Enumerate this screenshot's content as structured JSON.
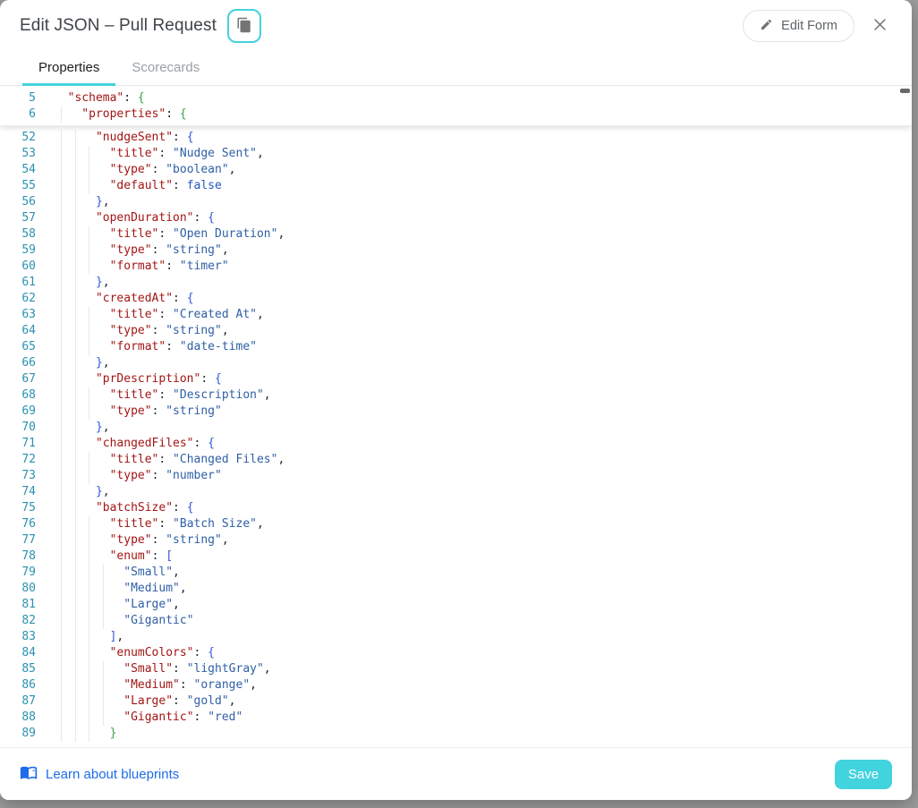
{
  "window": {
    "title": "Edit JSON – Pull Request"
  },
  "header": {
    "copy_button": {
      "icon": "copy-icon"
    },
    "edit_form_button": {
      "label": "Edit Form",
      "icon": "pencil-icon"
    },
    "close_button": {
      "icon": "close-icon"
    }
  },
  "tabs": [
    {
      "label": "Properties",
      "active": true
    },
    {
      "label": "Scorecards",
      "active": false
    }
  ],
  "colors": {
    "accent": "#41d3de",
    "backdrop": "#9c9c9c",
    "link": "#1f6ce8",
    "tabactive": "#202124",
    "tabinactive": "#9aa0a6",
    "linenumber": "#2b91af",
    "key": "#a31515",
    "string": "#2f5fa5",
    "bracket": "#3556d4",
    "bracketalt": "#37a34a",
    "literal": "#1f56c4",
    "punct": "#24292e"
  },
  "editor": {
    "sticky_lines": [
      {
        "n": 5,
        "i": 1,
        "t": [
          [
            "k",
            "\"schema\""
          ],
          [
            "p",
            ": "
          ],
          [
            "g",
            "{"
          ]
        ]
      },
      {
        "n": 6,
        "i": 2,
        "t": [
          [
            "k",
            "\"properties\""
          ],
          [
            "p",
            ": "
          ],
          [
            "g",
            "{"
          ]
        ]
      }
    ],
    "lines": [
      {
        "n": 52,
        "i": 3,
        "t": [
          [
            "k",
            "\"nudgeSent\""
          ],
          [
            "p",
            ": "
          ],
          [
            "b",
            "{"
          ]
        ]
      },
      {
        "n": 53,
        "i": 4,
        "t": [
          [
            "k",
            "\"title\""
          ],
          [
            "p",
            ": "
          ],
          [
            "s",
            "\"Nudge Sent\""
          ],
          [
            "p",
            ","
          ]
        ]
      },
      {
        "n": 54,
        "i": 4,
        "t": [
          [
            "k",
            "\"type\""
          ],
          [
            "p",
            ": "
          ],
          [
            "s",
            "\"boolean\""
          ],
          [
            "p",
            ","
          ]
        ]
      },
      {
        "n": 55,
        "i": 4,
        "t": [
          [
            "k",
            "\"default\""
          ],
          [
            "p",
            ": "
          ],
          [
            "l",
            "false"
          ]
        ]
      },
      {
        "n": 56,
        "i": 3,
        "t": [
          [
            "b",
            "}"
          ],
          [
            "p",
            ","
          ]
        ]
      },
      {
        "n": 57,
        "i": 3,
        "t": [
          [
            "k",
            "\"openDuration\""
          ],
          [
            "p",
            ": "
          ],
          [
            "b",
            "{"
          ]
        ]
      },
      {
        "n": 58,
        "i": 4,
        "t": [
          [
            "k",
            "\"title\""
          ],
          [
            "p",
            ": "
          ],
          [
            "s",
            "\"Open Duration\""
          ],
          [
            "p",
            ","
          ]
        ]
      },
      {
        "n": 59,
        "i": 4,
        "t": [
          [
            "k",
            "\"type\""
          ],
          [
            "p",
            ": "
          ],
          [
            "s",
            "\"string\""
          ],
          [
            "p",
            ","
          ]
        ]
      },
      {
        "n": 60,
        "i": 4,
        "t": [
          [
            "k",
            "\"format\""
          ],
          [
            "p",
            ": "
          ],
          [
            "s",
            "\"timer\""
          ]
        ]
      },
      {
        "n": 61,
        "i": 3,
        "t": [
          [
            "b",
            "}"
          ],
          [
            "p",
            ","
          ]
        ]
      },
      {
        "n": 62,
        "i": 3,
        "t": [
          [
            "k",
            "\"createdAt\""
          ],
          [
            "p",
            ": "
          ],
          [
            "b",
            "{"
          ]
        ]
      },
      {
        "n": 63,
        "i": 4,
        "t": [
          [
            "k",
            "\"title\""
          ],
          [
            "p",
            ": "
          ],
          [
            "s",
            "\"Created At\""
          ],
          [
            "p",
            ","
          ]
        ]
      },
      {
        "n": 64,
        "i": 4,
        "t": [
          [
            "k",
            "\"type\""
          ],
          [
            "p",
            ": "
          ],
          [
            "s",
            "\"string\""
          ],
          [
            "p",
            ","
          ]
        ]
      },
      {
        "n": 65,
        "i": 4,
        "t": [
          [
            "k",
            "\"format\""
          ],
          [
            "p",
            ": "
          ],
          [
            "s",
            "\"date-time\""
          ]
        ]
      },
      {
        "n": 66,
        "i": 3,
        "t": [
          [
            "b",
            "}"
          ],
          [
            "p",
            ","
          ]
        ]
      },
      {
        "n": 67,
        "i": 3,
        "t": [
          [
            "k",
            "\"prDescription\""
          ],
          [
            "p",
            ": "
          ],
          [
            "b",
            "{"
          ]
        ]
      },
      {
        "n": 68,
        "i": 4,
        "t": [
          [
            "k",
            "\"title\""
          ],
          [
            "p",
            ": "
          ],
          [
            "s",
            "\"Description\""
          ],
          [
            "p",
            ","
          ]
        ]
      },
      {
        "n": 69,
        "i": 4,
        "t": [
          [
            "k",
            "\"type\""
          ],
          [
            "p",
            ": "
          ],
          [
            "s",
            "\"string\""
          ]
        ]
      },
      {
        "n": 70,
        "i": 3,
        "t": [
          [
            "b",
            "}"
          ],
          [
            "p",
            ","
          ]
        ]
      },
      {
        "n": 71,
        "i": 3,
        "t": [
          [
            "k",
            "\"changedFiles\""
          ],
          [
            "p",
            ": "
          ],
          [
            "b",
            "{"
          ]
        ]
      },
      {
        "n": 72,
        "i": 4,
        "t": [
          [
            "k",
            "\"title\""
          ],
          [
            "p",
            ": "
          ],
          [
            "s",
            "\"Changed Files\""
          ],
          [
            "p",
            ","
          ]
        ]
      },
      {
        "n": 73,
        "i": 4,
        "t": [
          [
            "k",
            "\"type\""
          ],
          [
            "p",
            ": "
          ],
          [
            "s",
            "\"number\""
          ]
        ]
      },
      {
        "n": 74,
        "i": 3,
        "t": [
          [
            "b",
            "}"
          ],
          [
            "p",
            ","
          ]
        ]
      },
      {
        "n": 75,
        "i": 3,
        "t": [
          [
            "k",
            "\"batchSize\""
          ],
          [
            "p",
            ": "
          ],
          [
            "b",
            "{"
          ]
        ]
      },
      {
        "n": 76,
        "i": 4,
        "t": [
          [
            "k",
            "\"title\""
          ],
          [
            "p",
            ": "
          ],
          [
            "s",
            "\"Batch Size\""
          ],
          [
            "p",
            ","
          ]
        ]
      },
      {
        "n": 77,
        "i": 4,
        "t": [
          [
            "k",
            "\"type\""
          ],
          [
            "p",
            ": "
          ],
          [
            "s",
            "\"string\""
          ],
          [
            "p",
            ","
          ]
        ]
      },
      {
        "n": 78,
        "i": 4,
        "t": [
          [
            "k",
            "\"enum\""
          ],
          [
            "p",
            ": "
          ],
          [
            "b",
            "["
          ]
        ]
      },
      {
        "n": 79,
        "i": 5,
        "t": [
          [
            "s",
            "\"Small\""
          ],
          [
            "p",
            ","
          ]
        ]
      },
      {
        "n": 80,
        "i": 5,
        "t": [
          [
            "s",
            "\"Medium\""
          ],
          [
            "p",
            ","
          ]
        ]
      },
      {
        "n": 81,
        "i": 5,
        "t": [
          [
            "s",
            "\"Large\""
          ],
          [
            "p",
            ","
          ]
        ]
      },
      {
        "n": 82,
        "i": 5,
        "t": [
          [
            "s",
            "\"Gigantic\""
          ]
        ]
      },
      {
        "n": 83,
        "i": 4,
        "t": [
          [
            "b",
            "]"
          ],
          [
            "p",
            ","
          ]
        ]
      },
      {
        "n": 84,
        "i": 4,
        "t": [
          [
            "k",
            "\"enumColors\""
          ],
          [
            "p",
            ": "
          ],
          [
            "b",
            "{"
          ]
        ]
      },
      {
        "n": 85,
        "i": 5,
        "t": [
          [
            "k",
            "\"Small\""
          ],
          [
            "p",
            ": "
          ],
          [
            "s",
            "\"lightGray\""
          ],
          [
            "p",
            ","
          ]
        ]
      },
      {
        "n": 86,
        "i": 5,
        "t": [
          [
            "k",
            "\"Medium\""
          ],
          [
            "p",
            ": "
          ],
          [
            "s",
            "\"orange\""
          ],
          [
            "p",
            ","
          ]
        ]
      },
      {
        "n": 87,
        "i": 5,
        "t": [
          [
            "k",
            "\"Large\""
          ],
          [
            "p",
            ": "
          ],
          [
            "s",
            "\"gold\""
          ],
          [
            "p",
            ","
          ]
        ]
      },
      {
        "n": 88,
        "i": 5,
        "t": [
          [
            "k",
            "\"Gigantic\""
          ],
          [
            "p",
            ": "
          ],
          [
            "s",
            "\"red\""
          ]
        ]
      },
      {
        "n": 89,
        "i": 4,
        "t": [
          [
            "g",
            "}"
          ]
        ]
      }
    ]
  },
  "footer": {
    "link_label": "Learn about blueprints",
    "save_label": "Save"
  }
}
